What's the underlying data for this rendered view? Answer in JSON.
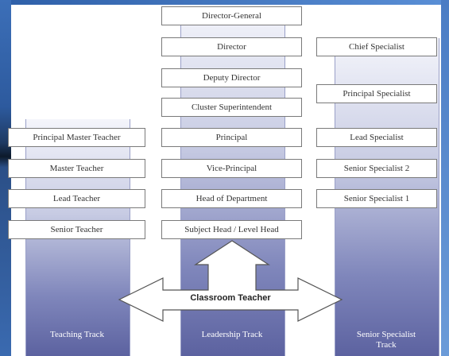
{
  "tracks": {
    "teaching": {
      "label": "Teaching Track",
      "roles": [
        "Principal Master Teacher",
        "Master Teacher",
        "Lead Teacher",
        "Senior Teacher"
      ]
    },
    "leadership": {
      "label": "Leadership Track",
      "roles": [
        "Director-General",
        "Director",
        "Deputy Director",
        "Cluster Superintendent",
        "Principal",
        "Vice-Principal",
        "Head of Department",
        "Subject Head / Level Head"
      ]
    },
    "specialist": {
      "label_line1": "Senior Specialist",
      "label_line2": "Track",
      "roles": [
        "Chief Specialist",
        "Principal Specialist",
        "Lead Specialist",
        "Senior Specialist 2",
        "Senior Specialist 1"
      ]
    }
  },
  "entry_point": {
    "label": "Classroom Teacher"
  },
  "colors": {
    "column_top": "#f4f5fb",
    "column_bottom": "#5c62a0",
    "box_border": "#7a7a7a",
    "arrow_fill": "#ffffff",
    "arrow_stroke": "#555555"
  }
}
